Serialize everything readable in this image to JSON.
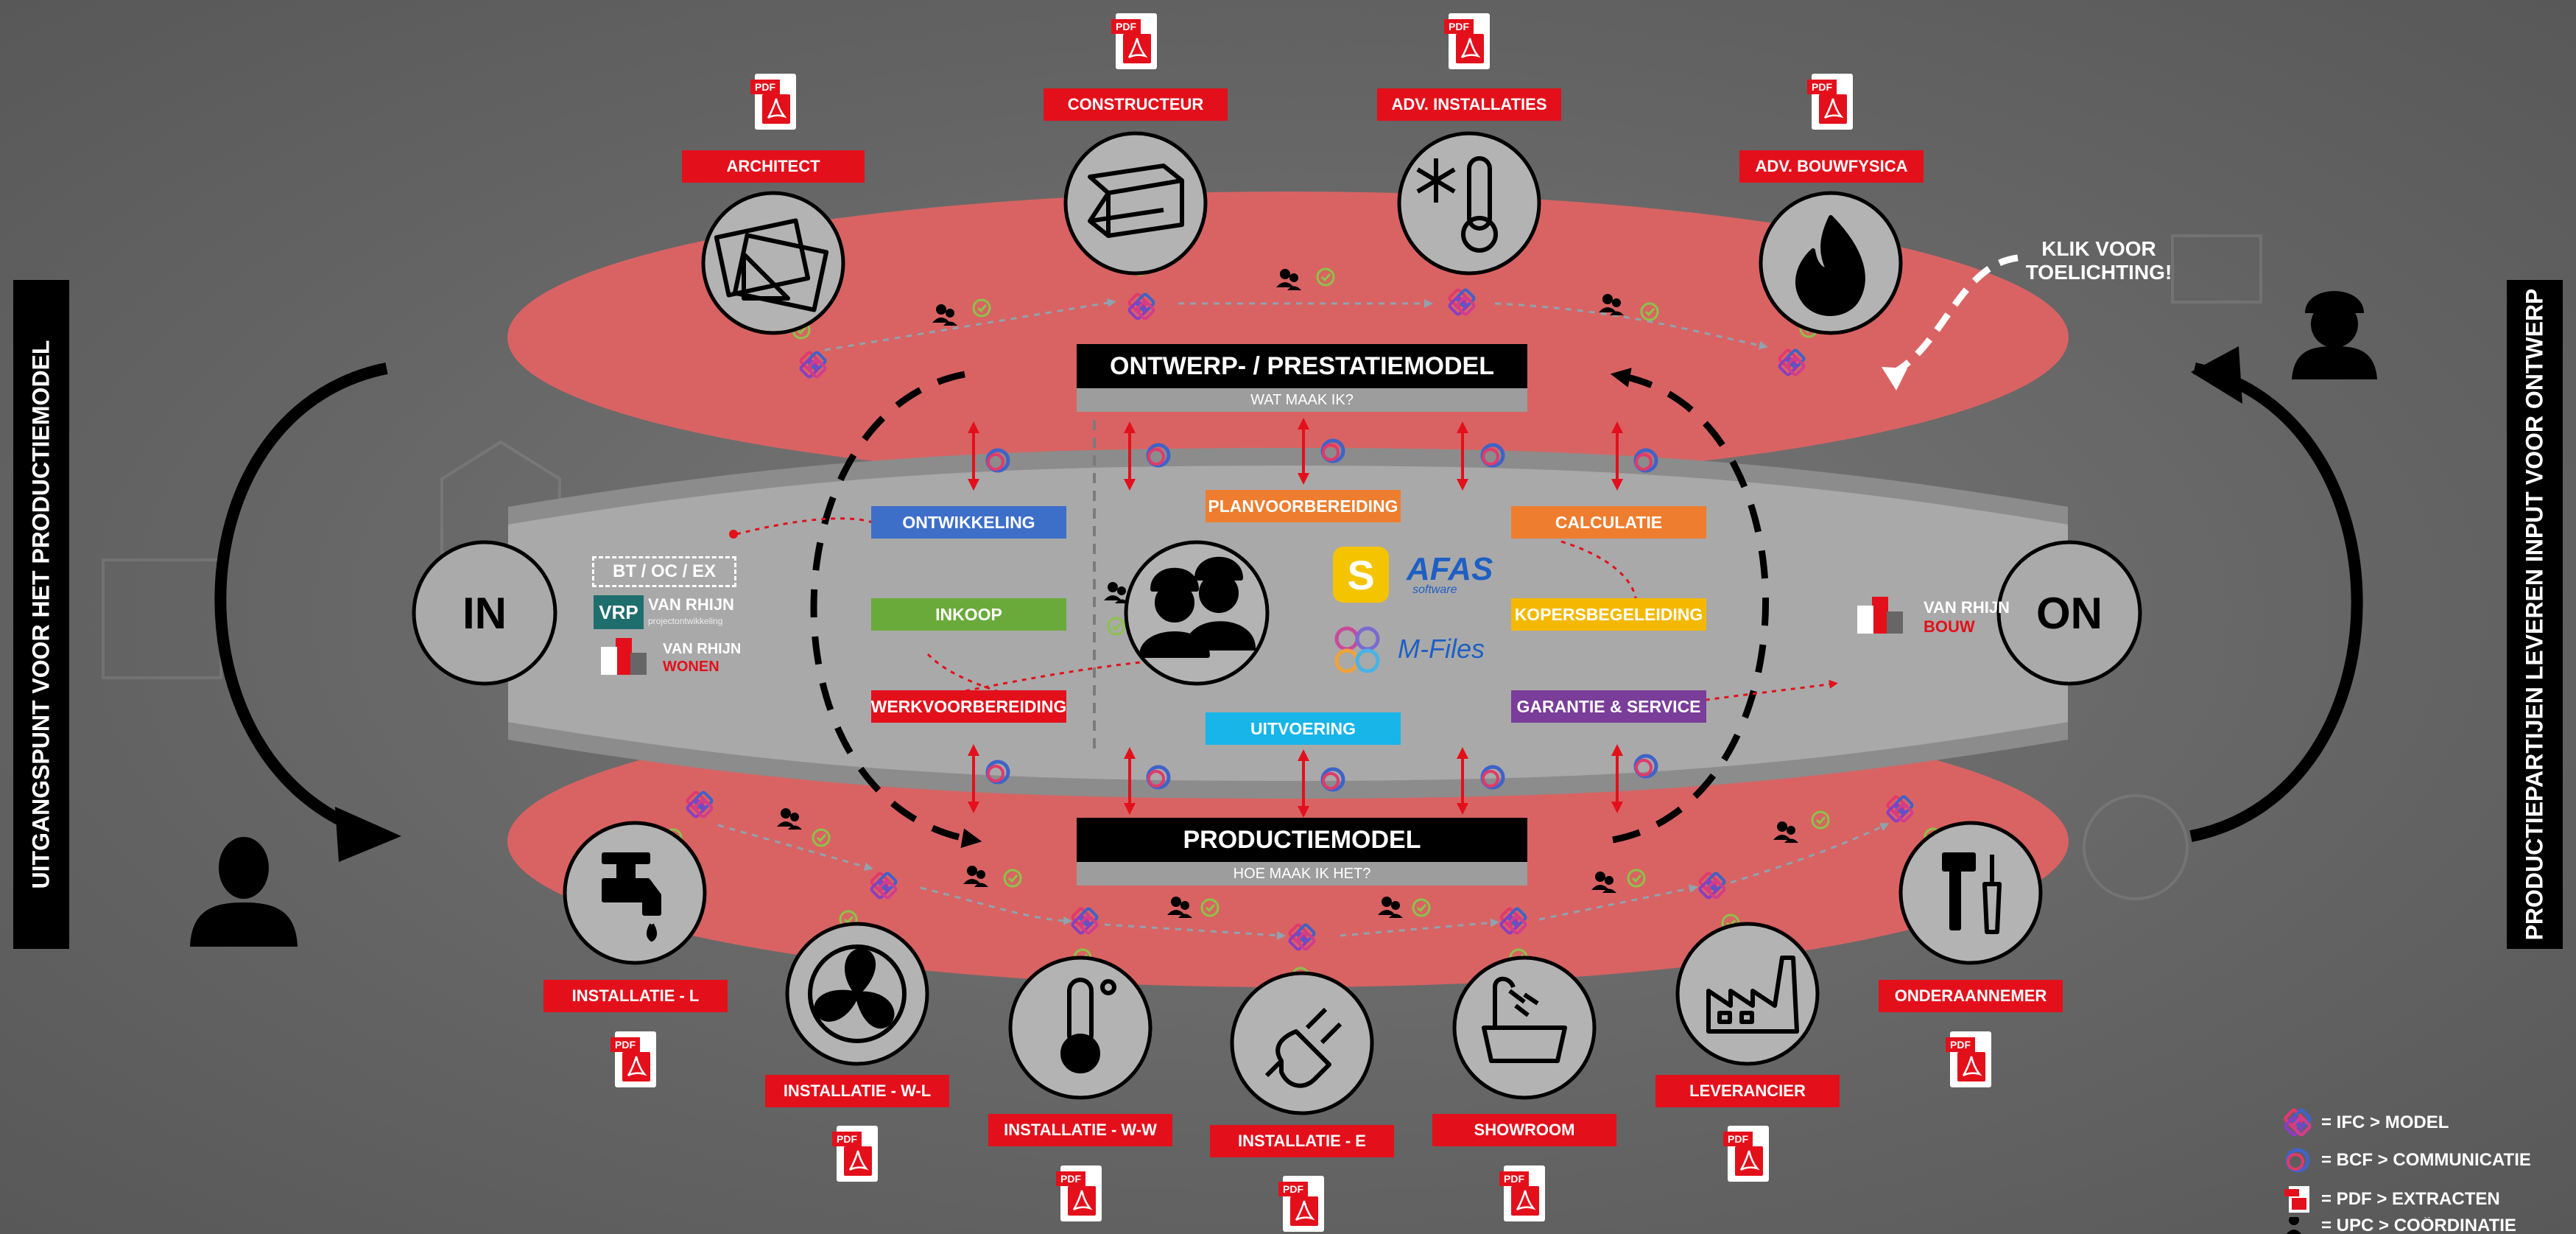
{
  "stakeholders": {
    "architect": "ARCHITECT",
    "constructeur": "CONSTRUCTEUR",
    "adv_installaties": "ADV. INSTALLATIES",
    "adv_bouwfysica": "ADV. BOUWFYSICA",
    "installatie_l": "INSTALLATIE - L",
    "installatie_wl": "INSTALLATIE - W-L",
    "installatie_ww": "INSTALLATIE - W-W",
    "installatie_e": "INSTALLATIE - E",
    "showroom": "SHOWROOM",
    "leverancier": "LEVERANCIER",
    "onderaannemer": "ONDERAANNEMER"
  },
  "pdf_tag": "PDF",
  "models": {
    "design_title": "ONTWERP- / PRESTATIEMODEL",
    "design_sub": "WAT MAAK IK?",
    "production_title": "PRODUCTIEMODEL",
    "production_sub": "HOE MAAK IK HET?"
  },
  "departments": {
    "ontwikkeling": "ONTWIKKELING",
    "inkoop": "INKOOP",
    "werkvoorbereiding": "WERKVOORBEREIDING",
    "planvoorbereiding": "PLANVOORBEREIDING",
    "uitvoering": "UITVOERING",
    "calculatie": "CALCULATIE",
    "kopersbegeleiding": "KOPERSBEGELEIDING",
    "garantie_service": "GARANTIE & SERVICE"
  },
  "inputs": {
    "in_label": "IN",
    "on_label": "ON",
    "bt_label": "BT / OC / EX",
    "vrp_mark": "VRP",
    "vrp_name": "VAN RHIJN",
    "vrp_sub": "projectontwikkeling",
    "vrw_name_1": "VAN RHIJN",
    "vrw_name_2": "WONEN",
    "vrb_name_1": "VAN RHIJN",
    "vrb_name_2": "BOUW"
  },
  "software": {
    "s_mark": "S",
    "afas_name": "AFAS",
    "afas_sub": "software",
    "mfiles_name": "M-Files"
  },
  "sidebars": {
    "left": "UITGANGSPUNT VOOR HET PRODUCTIEMODEL",
    "right": "PRODUCTIEPARTIJEN LEVEREN INPUT VOOR ONTWERP"
  },
  "hint": {
    "line1": "KLIK VOOR",
    "line2": "TOELICHTING!"
  },
  "legend": {
    "ifc": "= IFC > MODEL",
    "bcf": "= BCF > COMMUNICATIE",
    "pdf": "= PDF > EXTRACTEN",
    "coord": "= UPC > COÖRDINATIE"
  },
  "colors": {
    "red": "#e3101b",
    "ellipse_red": "#d96363",
    "band_grey": "#a9a9a9",
    "blue": "#3d6fc9",
    "green": "#6aaa3a",
    "orange": "#ee7d2f",
    "yellow": "#f5b800",
    "purple": "#7a3d99",
    "cyan": "#17b5e8"
  }
}
